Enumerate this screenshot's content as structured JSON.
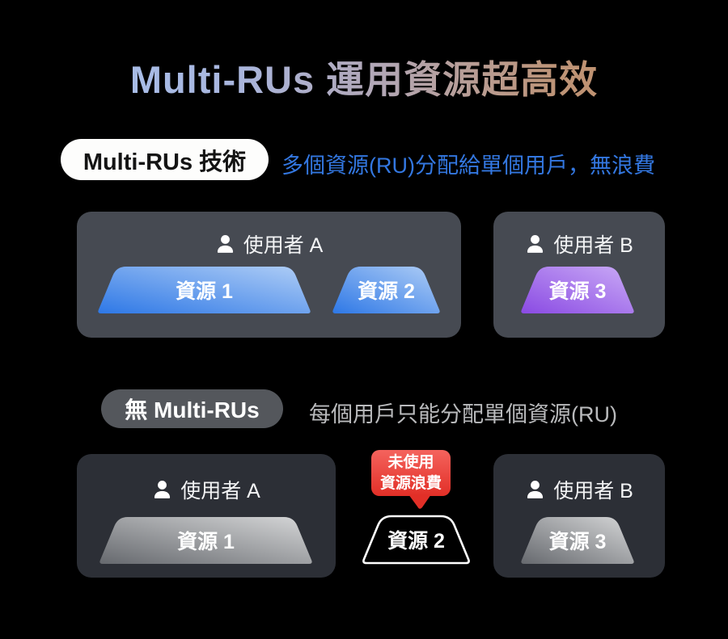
{
  "title": "Multi-RUs 運用資源超高效",
  "section_with": {
    "badge": "Multi-RUs 技術",
    "description": "多個資源(RU)分配給單個用戶，無浪費",
    "user_a": {
      "label": "使用者 A",
      "resources": [
        "資源 1",
        "資源 2"
      ]
    },
    "user_b": {
      "label": "使用者 B",
      "resources": [
        "資源 3"
      ]
    }
  },
  "section_without": {
    "badge": "無 Multi-RUs",
    "description": "每個用戶只能分配單個資源(RU)",
    "user_a": {
      "label": "使用者 A",
      "resource": "資源 1"
    },
    "user_b": {
      "label": "使用者 B",
      "resource": "資源 3"
    },
    "wasted": {
      "callout_line1": "未使用",
      "callout_line2": "資源浪費",
      "resource": "資源 2"
    }
  },
  "colors": {
    "background": "#000000",
    "panel_top": "#464a52",
    "panel_bottom": "#2c2f36",
    "accent_blue_text": "#3377e0",
    "resource_blue_start": "#2e78e6",
    "resource_blue_end": "#b0cef6",
    "resource_purple_start": "#8a4ae3",
    "resource_purple_end": "#caabf6",
    "resource_gray_start": "#66696e",
    "resource_gray_end": "#d6d7d8",
    "callout_red": "#e22f27",
    "title_gradient_start": "#a6c4f2",
    "title_gradient_end": "#c48a5c"
  }
}
